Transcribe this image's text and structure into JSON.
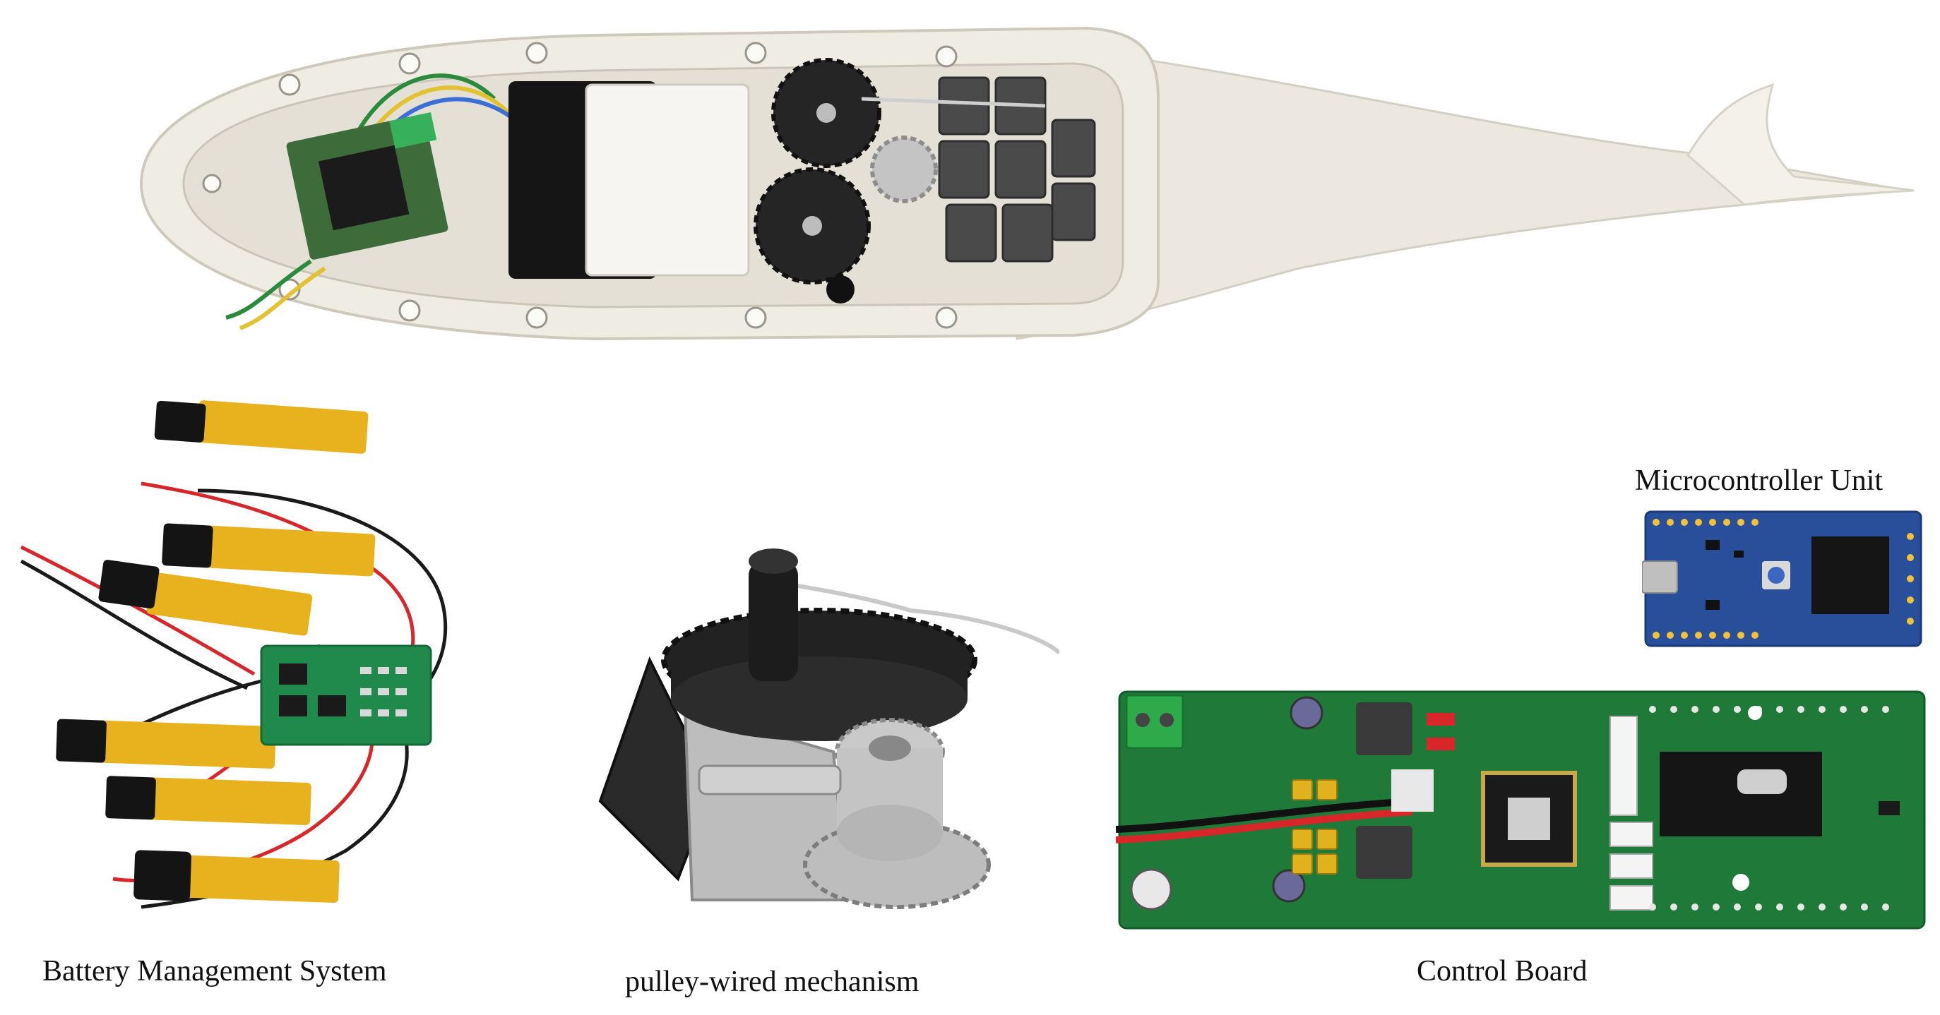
{
  "captions": {
    "microcontroller_unit": "Microcontroller Unit",
    "battery_management_system": "Battery Management System",
    "pulley_wired_mechanism": "pulley-wired mechanism",
    "control_board": "Control Board"
  },
  "colors": {
    "background": "#ffffff",
    "hull_white": "#efece4",
    "pcb_green": "#1f7a3a",
    "mcu_blue": "#2a4f9a",
    "gear_black": "#222222",
    "gear_silver": "#bfbfbf",
    "battery_yellow": "#e8b21f",
    "wire_red": "#d8262b",
    "wire_black": "#1a1a1a"
  }
}
